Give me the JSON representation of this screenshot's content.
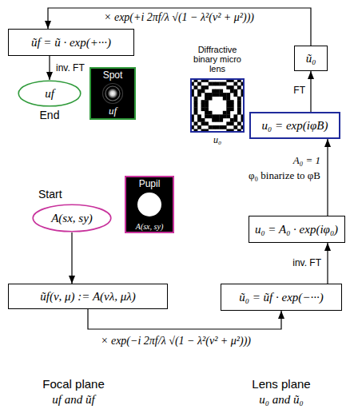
{
  "diagram": {
    "nodes": [
      {
        "text": [
          "ũf = ũ · exp(+···)"
        ]
      },
      {
        "text": [
          "ũ₀"
        ]
      },
      {
        "text": [
          "Diffractive binary micro lens",
          "u₀"
        ]
      },
      {
        "text": [
          "u₀ = exp(iφB)"
        ]
      },
      {
        "text": [
          "Spot",
          "uf"
        ]
      },
      {
        "text": [
          "uf",
          "End"
        ]
      },
      {
        "text": [
          "u₀ = A₀ · exp(iφ₀)"
        ]
      },
      {
        "text": [
          "Start",
          "A(sx, sy)"
        ]
      },
      {
        "text": [
          "Pupil",
          "A(sx, sy)"
        ]
      },
      {
        "text": [
          "ũf(ν, μ) := A(νλ, μλ)"
        ]
      },
      {
        "text": [
          "ũ₀ = ũf · exp(−···)"
        ]
      }
    ],
    "edges": [
      {
        "from": 7,
        "to": 9,
        "arrow": "to"
      },
      {
        "from": 9,
        "to": 10,
        "arrow": "to",
        "label": "× exp(−i 2πf/λ √(1 − λ²(ν² + μ²)))"
      },
      {
        "from": 10,
        "to": 6,
        "arrow": "to",
        "label": "inv. FT"
      },
      {
        "from": 6,
        "to": 3,
        "arrow": "to"
      },
      {
        "from": 3,
        "to": 1,
        "arrow": "to",
        "label": "FT"
      },
      {
        "from": 1,
        "to": 0,
        "arrow": "to",
        "label": "× exp(+i 2πf/λ √(1 − λ²(ν² + μ²)))"
      },
      {
        "from": 0,
        "to": 5,
        "arrow": "to",
        "label": "inv. FT"
      }
    ],
    "labels": [
      "A₀ = 1",
      "φ₀ binarize to φB",
      "Focal plane",
      "uf and ũf",
      "Lens plane",
      "u₀ and ũ₀"
    ]
  }
}
